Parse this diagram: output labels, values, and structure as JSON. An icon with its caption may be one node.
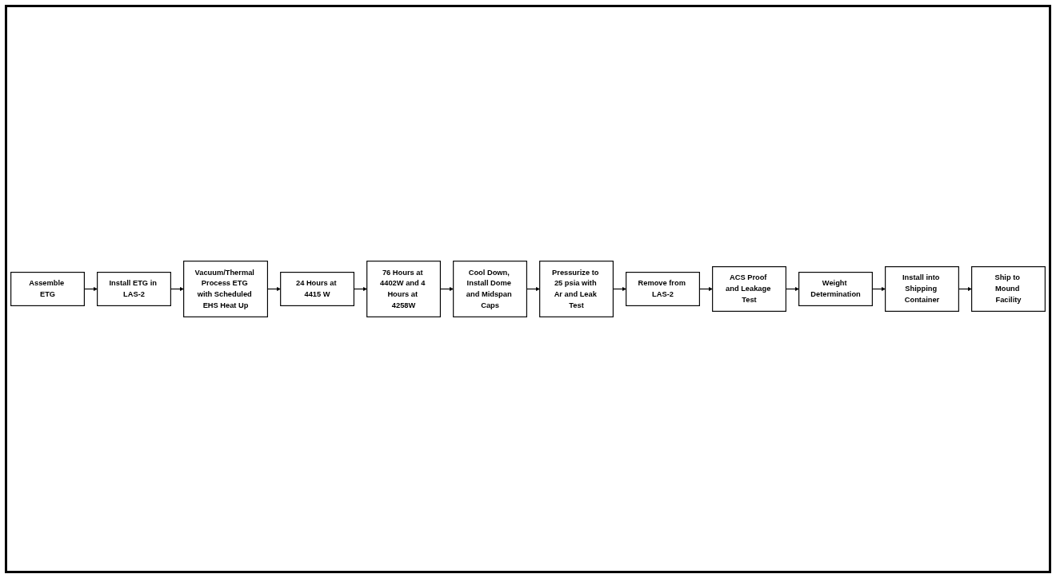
{
  "diagram": {
    "nodes": [
      {
        "text": [
          "Assemble ETG"
        ]
      },
      {
        "text": [
          "Install ETG in LAS-2"
        ]
      },
      {
        "text": [
          "Vacuum/Thermal Process ETG with Scheduled EHS Heat Up"
        ]
      },
      {
        "text": [
          "24 Hours at 4415 W"
        ]
      },
      {
        "text": [
          "76 Hours at 4402W and 4 Hours at 4258W"
        ]
      },
      {
        "text": [
          "Cool Down, Install Dome and Midspan Caps"
        ]
      },
      {
        "text": [
          "Pressurize to 25 psia with Ar and Leak Test"
        ]
      },
      {
        "text": [
          "Remove from LAS-2"
        ]
      },
      {
        "text": [
          "ACS Proof and Leakage Test"
        ]
      },
      {
        "text": [
          "Weight Determination"
        ]
      },
      {
        "text": [
          "Install into Shipping Container"
        ]
      },
      {
        "text": [
          "Ship to Mound Facility"
        ]
      }
    ],
    "edges": [
      {
        "from": 0,
        "to": 1,
        "arrow": "to"
      },
      {
        "from": 1,
        "to": 2,
        "arrow": "to"
      },
      {
        "from": 2,
        "to": 3,
        "arrow": "to"
      },
      {
        "from": 3,
        "to": 4,
        "arrow": "to"
      },
      {
        "from": 4,
        "to": 5,
        "arrow": "to"
      },
      {
        "from": 5,
        "to": 6,
        "arrow": "to"
      },
      {
        "from": 6,
        "to": 7,
        "arrow": "to"
      },
      {
        "from": 7,
        "to": 8,
        "arrow": "to"
      },
      {
        "from": 8,
        "to": 9,
        "arrow": "to"
      },
      {
        "from": 9,
        "to": 10,
        "arrow": "to"
      },
      {
        "from": 10,
        "to": 11,
        "arrow": "to"
      }
    ]
  }
}
